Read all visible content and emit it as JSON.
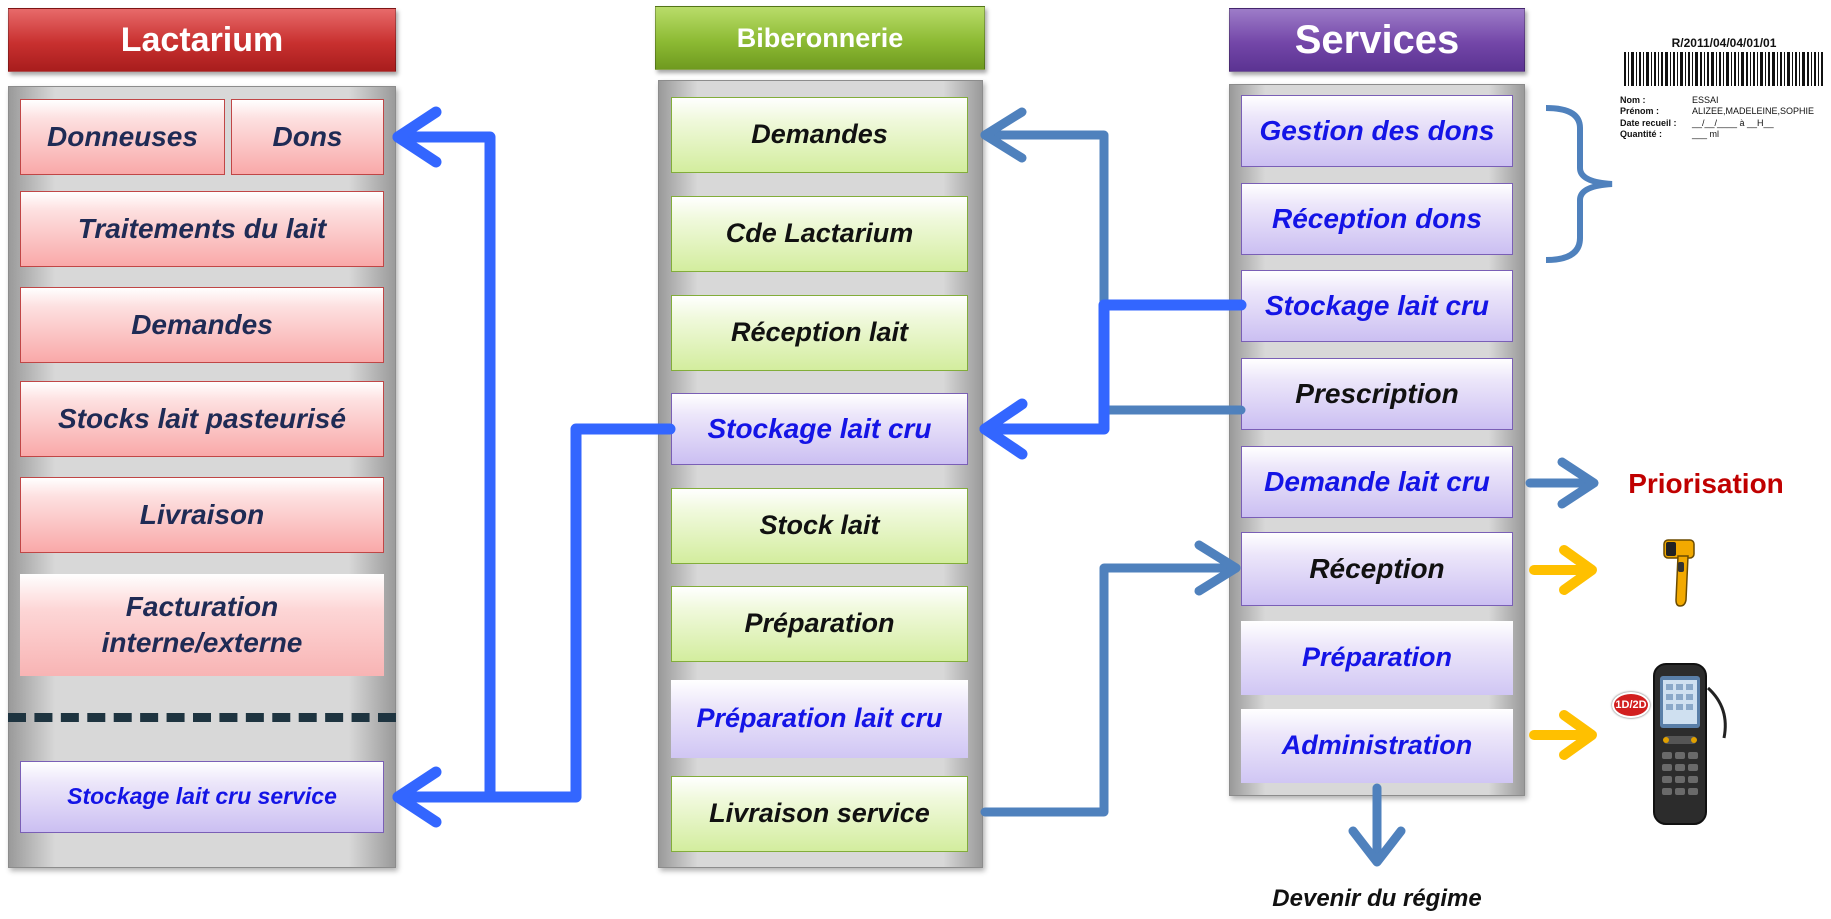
{
  "columns": {
    "lactarium": {
      "title": "Lactarium",
      "items": [
        "Donneuses",
        "Dons",
        "Traitements du lait",
        "Demandes",
        "Stocks lait pasteurisé",
        "Livraison",
        "Facturation interne/externe",
        "Stockage lait cru service"
      ]
    },
    "biberonnerie": {
      "title": "Biberonnerie",
      "items": [
        "Demandes",
        "Cde Lactarium",
        "Réception lait",
        "Stockage lait cru",
        "Stock lait",
        "Préparation",
        "Préparation lait cru",
        "Livraison service"
      ]
    },
    "services": {
      "title": "Services",
      "items": [
        "Gestion des dons",
        "Réception dons",
        "Stockage lait cru",
        "Prescription",
        "Demande lait cru",
        "Réception",
        "Préparation",
        "Administration"
      ]
    }
  },
  "label": {
    "code": "R/2011/04/04/01/01",
    "rows": [
      {
        "key": "Nom :",
        "value": "ESSAI"
      },
      {
        "key": "Prénom :",
        "value": "ALIZEE,MADELEINE,SOPHIE"
      },
      {
        "key": "Date recueil :",
        "value": "__/__/____ à __H__"
      },
      {
        "key": "Quantité :",
        "value": "___ ml"
      }
    ]
  },
  "priorisation": "Priorisation",
  "devenir": "Devenir du régime",
  "device_badge": "1D/2D",
  "colors": {
    "arrow_bright": "#3366ff",
    "arrow_steel": "#4f81bd",
    "arrow_yellow": "#ffc000",
    "priorisation": "#c00000"
  }
}
